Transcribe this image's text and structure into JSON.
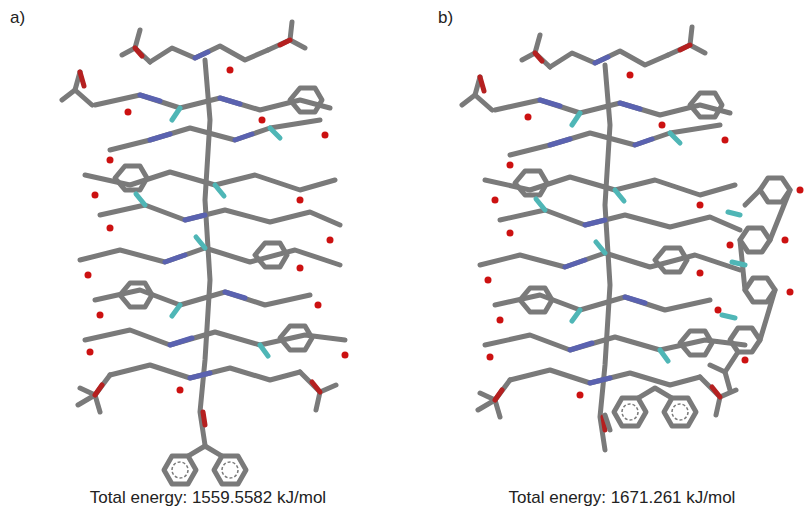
{
  "diagram": {
    "labels": [
      "a)",
      "b)",
      "Total energy: 1559.5582 kJ/mol",
      "Total energy: 1671.261 kJ/mol"
    ]
  }
}
